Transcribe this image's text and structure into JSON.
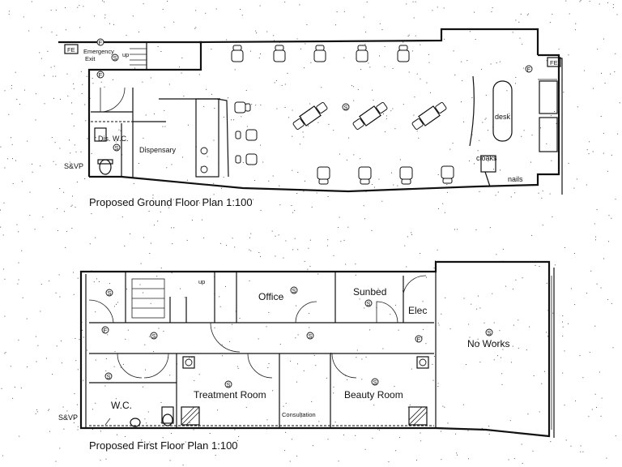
{
  "ground_floor": {
    "title": "Proposed Ground Floor Plan 1:100",
    "fe_left": "FE",
    "fe_right": "FE",
    "emergency_line1": "Emergency",
    "emergency_line2": "Exit",
    "up": "up",
    "dis_wc": "Dis. W.C.",
    "dispensary": "Dispensary",
    "desk": "desk",
    "cloaks": "cloaks",
    "nails": "nails",
    "svp": "S&VP"
  },
  "first_floor": {
    "title": "Proposed First Floor Plan 1:100",
    "up": "up",
    "office": "Office",
    "sunbed": "Sunbed",
    "elec": "Elec",
    "no_works": "No Works",
    "wc": "W.C.",
    "treatment_room": "Treatment Room",
    "beauty_room": "Beauty Room",
    "consultation": "Consultation",
    "svp": "S&VP"
  },
  "symbols": {
    "smoke": "S",
    "fire": "F"
  }
}
